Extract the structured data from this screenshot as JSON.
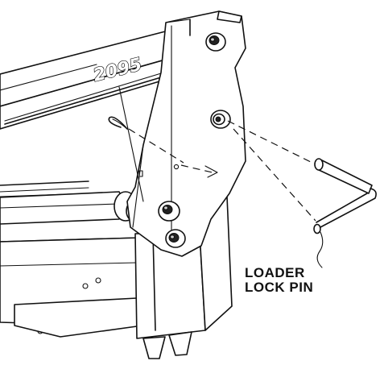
{
  "model_badge": "2095",
  "callout": {
    "line1": "LOADER",
    "line2": "LOCK PIN"
  }
}
